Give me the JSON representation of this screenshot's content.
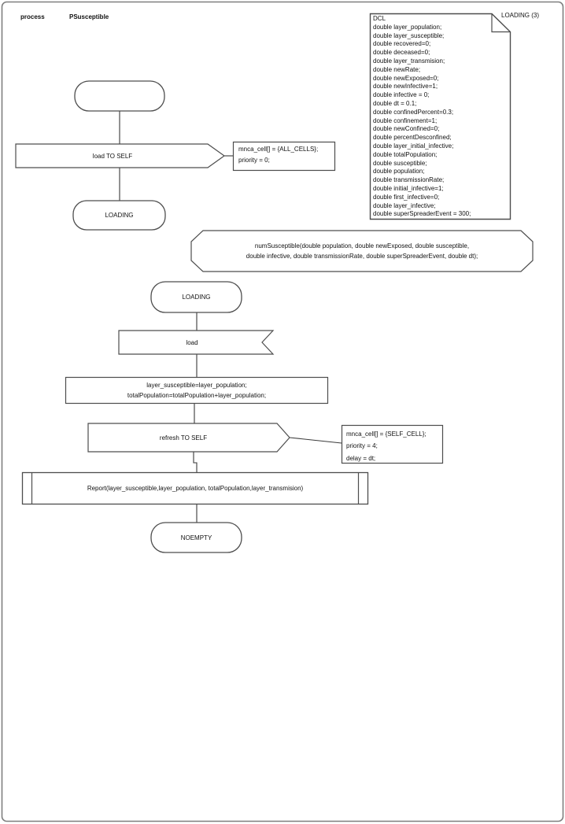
{
  "header": {
    "kind": "process",
    "name": "PSusceptible"
  },
  "declarations": {
    "badge": "LOADING (3)",
    "lines": [
      "DCL",
      "double layer_population;",
      "double layer_susceptible;",
      "double recovered=0;",
      "double deceased=0;",
      "double layer_transmision;",
      "double newRate;",
      "double newExposed=0;",
      "double newInfective=1;",
      "double infective = 0;",
      "double dt = 0.1;",
      "double confinedPercent=0.3;",
      "double confinement=1;",
      "double newConfined=0;",
      "double percentDesconfined;",
      "double layer_initial_infective;",
      "double totalPopulation;",
      "double susceptible;",
      "double population;",
      "double transmissionRate;",
      "double initial_infective=1;",
      "double first_infective=0;",
      "double layer_infective;",
      "double superSpreaderEvent = 300;"
    ]
  },
  "procedure_decl": {
    "lines": [
      "numSusceptible(double population, double newExposed, double susceptible,",
      "double infective, double transmissionRate, double superSpreaderEvent, double dt);"
    ]
  },
  "upper_flow": {
    "load_output": "load TO SELF",
    "load_comment_lines": [
      "mnca_cell[] = {ALL_CELLS};",
      "priority = 0;"
    ],
    "loading_state": "LOADING"
  },
  "main_flow": {
    "loading_state": "LOADING",
    "load_input": "load",
    "task_lines": [
      "layer_susceptible=layer_population;",
      "totalPopulation=totalPopulation+layer_population;"
    ],
    "refresh_output": "refresh TO SELF",
    "refresh_comment_lines": [
      "mnca_cell[] = {SELF_CELL};",
      "priority = 4;",
      "delay = dt;"
    ],
    "report_call": "Report(layer_susceptible,layer_population, totalPopulation,layer_transmision)",
    "noempty_state": "NOEMPTY"
  },
  "colors": {
    "shape_stroke": "#4d4d4d",
    "line_stroke": "#3a3a3a",
    "page_border": "#7f7f7f",
    "background": "#ffffff",
    "text": "#111111"
  }
}
